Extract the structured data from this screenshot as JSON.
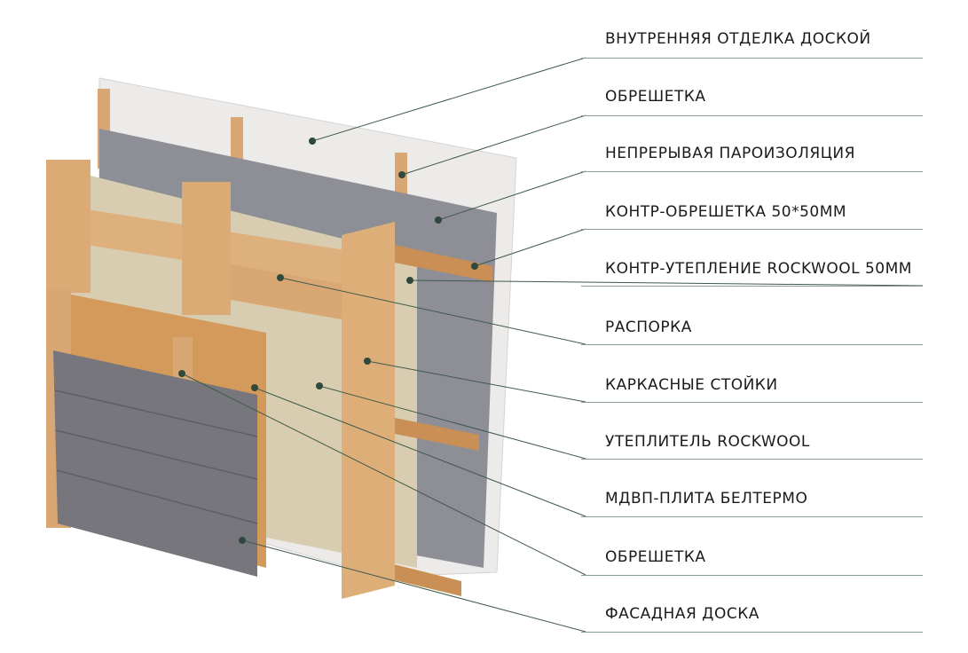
{
  "labels": [
    "ВНУТРЕННЯЯ ОТДЕЛКА ДОСКОЙ",
    "ОБРЕШЕТКА",
    "НЕПРЕРЫВАЯ ПАРОИЗОЛЯЦИЯ",
    "КОНТР-ОБРЕШЕТКА 50*50ММ",
    "КОНТР-УТЕПЛЕНИЕ ROCKWOOL 50ММ",
    "РАСПОРКА",
    "КАРКАСНЫЕ СТОЙКИ",
    "УТЕПЛИТЕЛЬ ROCKWOOL",
    "МДВП-ПЛИТА БЕЛТЕРМО",
    "ОБРЕШЕТКА",
    "ФАСАДНАЯ ДОСКА"
  ],
  "colors": {
    "leader": "#3f5a4c",
    "wood": "#d9a774",
    "insulation": "#d8cdb0",
    "membrane": "#8e8e96",
    "siding": "#77767c",
    "board": "#d49a5c",
    "inner": "#ecebea"
  }
}
